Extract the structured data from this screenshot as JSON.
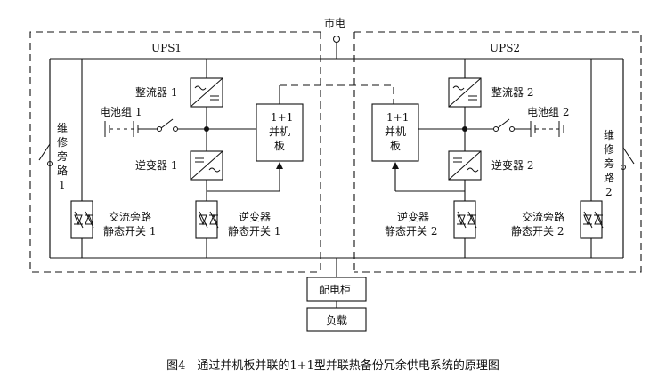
{
  "diagram": {
    "mains": "市电",
    "ups1": {
      "title": "UPS1",
      "rectifier": "整流器 1",
      "inverter": "逆变器 1",
      "battery": "电池组 1",
      "bypass": [
        "维",
        "修",
        "旁",
        "路",
        "1"
      ],
      "ac_switch": [
        "交流旁路",
        "静态开关 1"
      ],
      "inv_switch": [
        "逆变器",
        "静态开关 1"
      ],
      "board": [
        "1+1",
        "并机",
        "板"
      ]
    },
    "ups2": {
      "title": "UPS2",
      "rectifier": "整流器 2",
      "inverter": "逆变器 2",
      "battery": "电池组 2",
      "bypass": [
        "维",
        "修",
        "旁",
        "路",
        "2"
      ],
      "ac_switch": [
        "交流旁路",
        "静态开关 2"
      ],
      "inv_switch": [
        "逆变器",
        "静态开关 2"
      ],
      "board": [
        "1+1",
        "并",
        "机",
        "板"
      ]
    },
    "distribution": "配电柜",
    "load": "负载"
  },
  "caption": "图4　通过并机板并联的1+1型并联热备份冗余供电系统的原理图"
}
